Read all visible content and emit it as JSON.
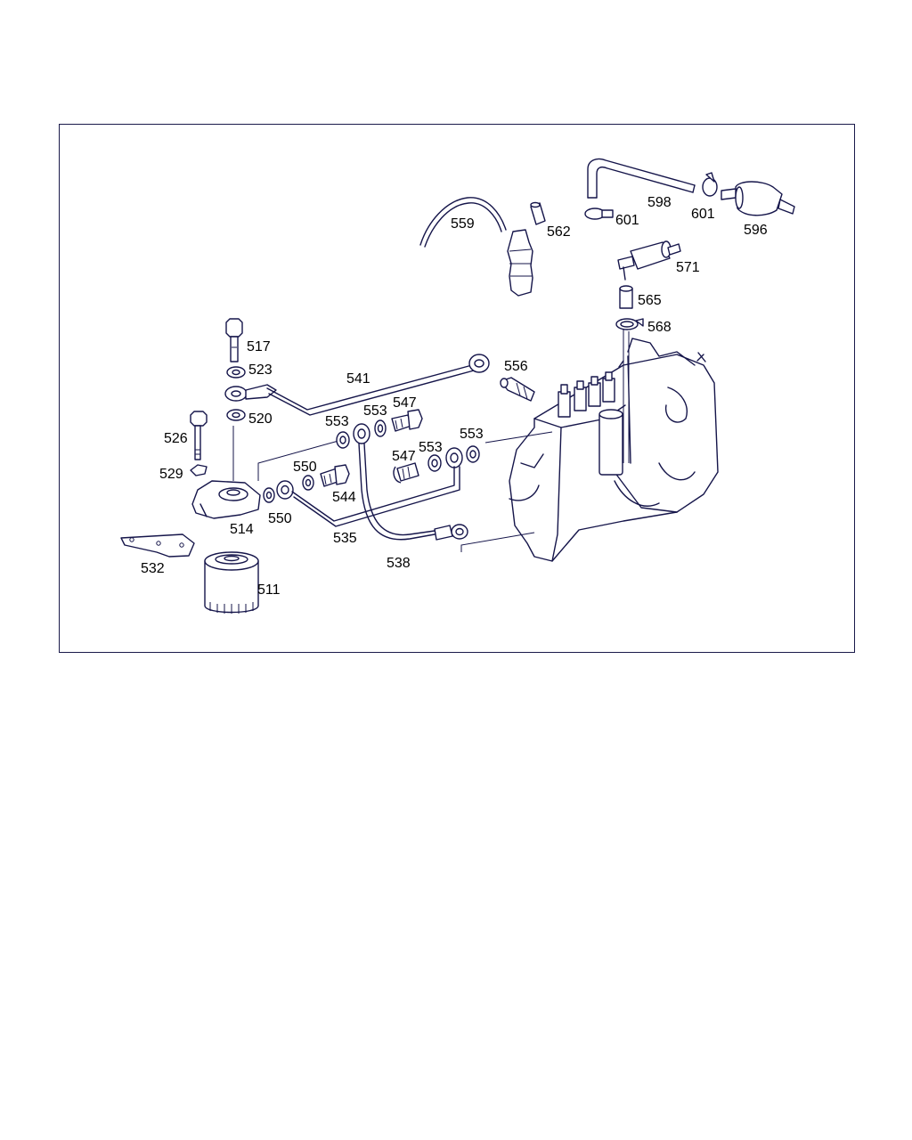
{
  "diagram": {
    "labels": {
      "p511": "511",
      "p514": "514",
      "p517": "517",
      "p520": "520",
      "p523": "523",
      "p526": "526",
      "p529": "529",
      "p532": "532",
      "p535": "535",
      "p538": "538",
      "p541": "541",
      "p544": "544",
      "p547a": "547",
      "p547b": "547",
      "p550a": "550",
      "p550b": "550",
      "p553a": "553",
      "p553b": "553",
      "p553c": "553",
      "p553d": "553",
      "p556": "556",
      "p559": "559",
      "p562": "562",
      "p565": "565",
      "p568": "568",
      "p571": "571",
      "p596": "596",
      "p598": "598",
      "p601a": "601",
      "p601b": "601"
    },
    "colors": {
      "line": "#15154a",
      "frame": "#1a1a4a",
      "text": "#000000"
    }
  }
}
